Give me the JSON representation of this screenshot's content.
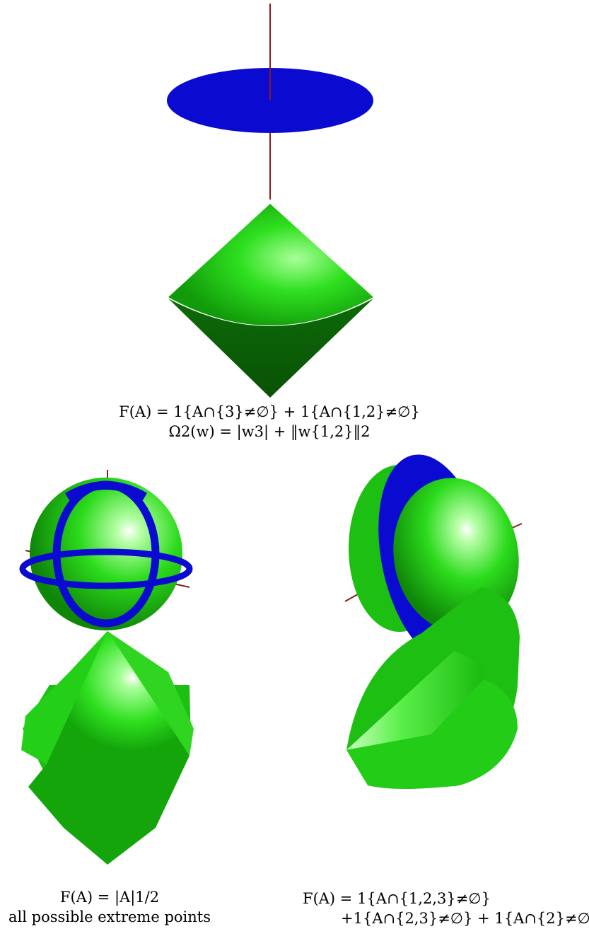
{
  "figure": {
    "colors": {
      "axis": "#8b1a1a",
      "ball_blue": "#0a0ad0",
      "solid_green_light": "#7cff6c",
      "solid_green": "#1ccf12",
      "solid_green_dark": "#0a5a06"
    },
    "panels": [
      {
        "id": "top",
        "caption_lines": [
          "F(A) = 1{A∩{3}≠∅} + 1{A∩{1,2}≠∅}",
          "Ω2(w) = |w3| + ‖w{1,2}‖2"
        ]
      },
      {
        "id": "bottom-left",
        "caption_lines": [
          "F(A) = |A|1/2",
          "all possible extreme points"
        ]
      },
      {
        "id": "bottom-right",
        "caption_lines": [
          "F(A) = 1{A∩{1,2,3}≠∅}",
          "+1{A∩{2,3}≠∅} + 1{A∩{2}≠∅}"
        ]
      }
    ]
  }
}
